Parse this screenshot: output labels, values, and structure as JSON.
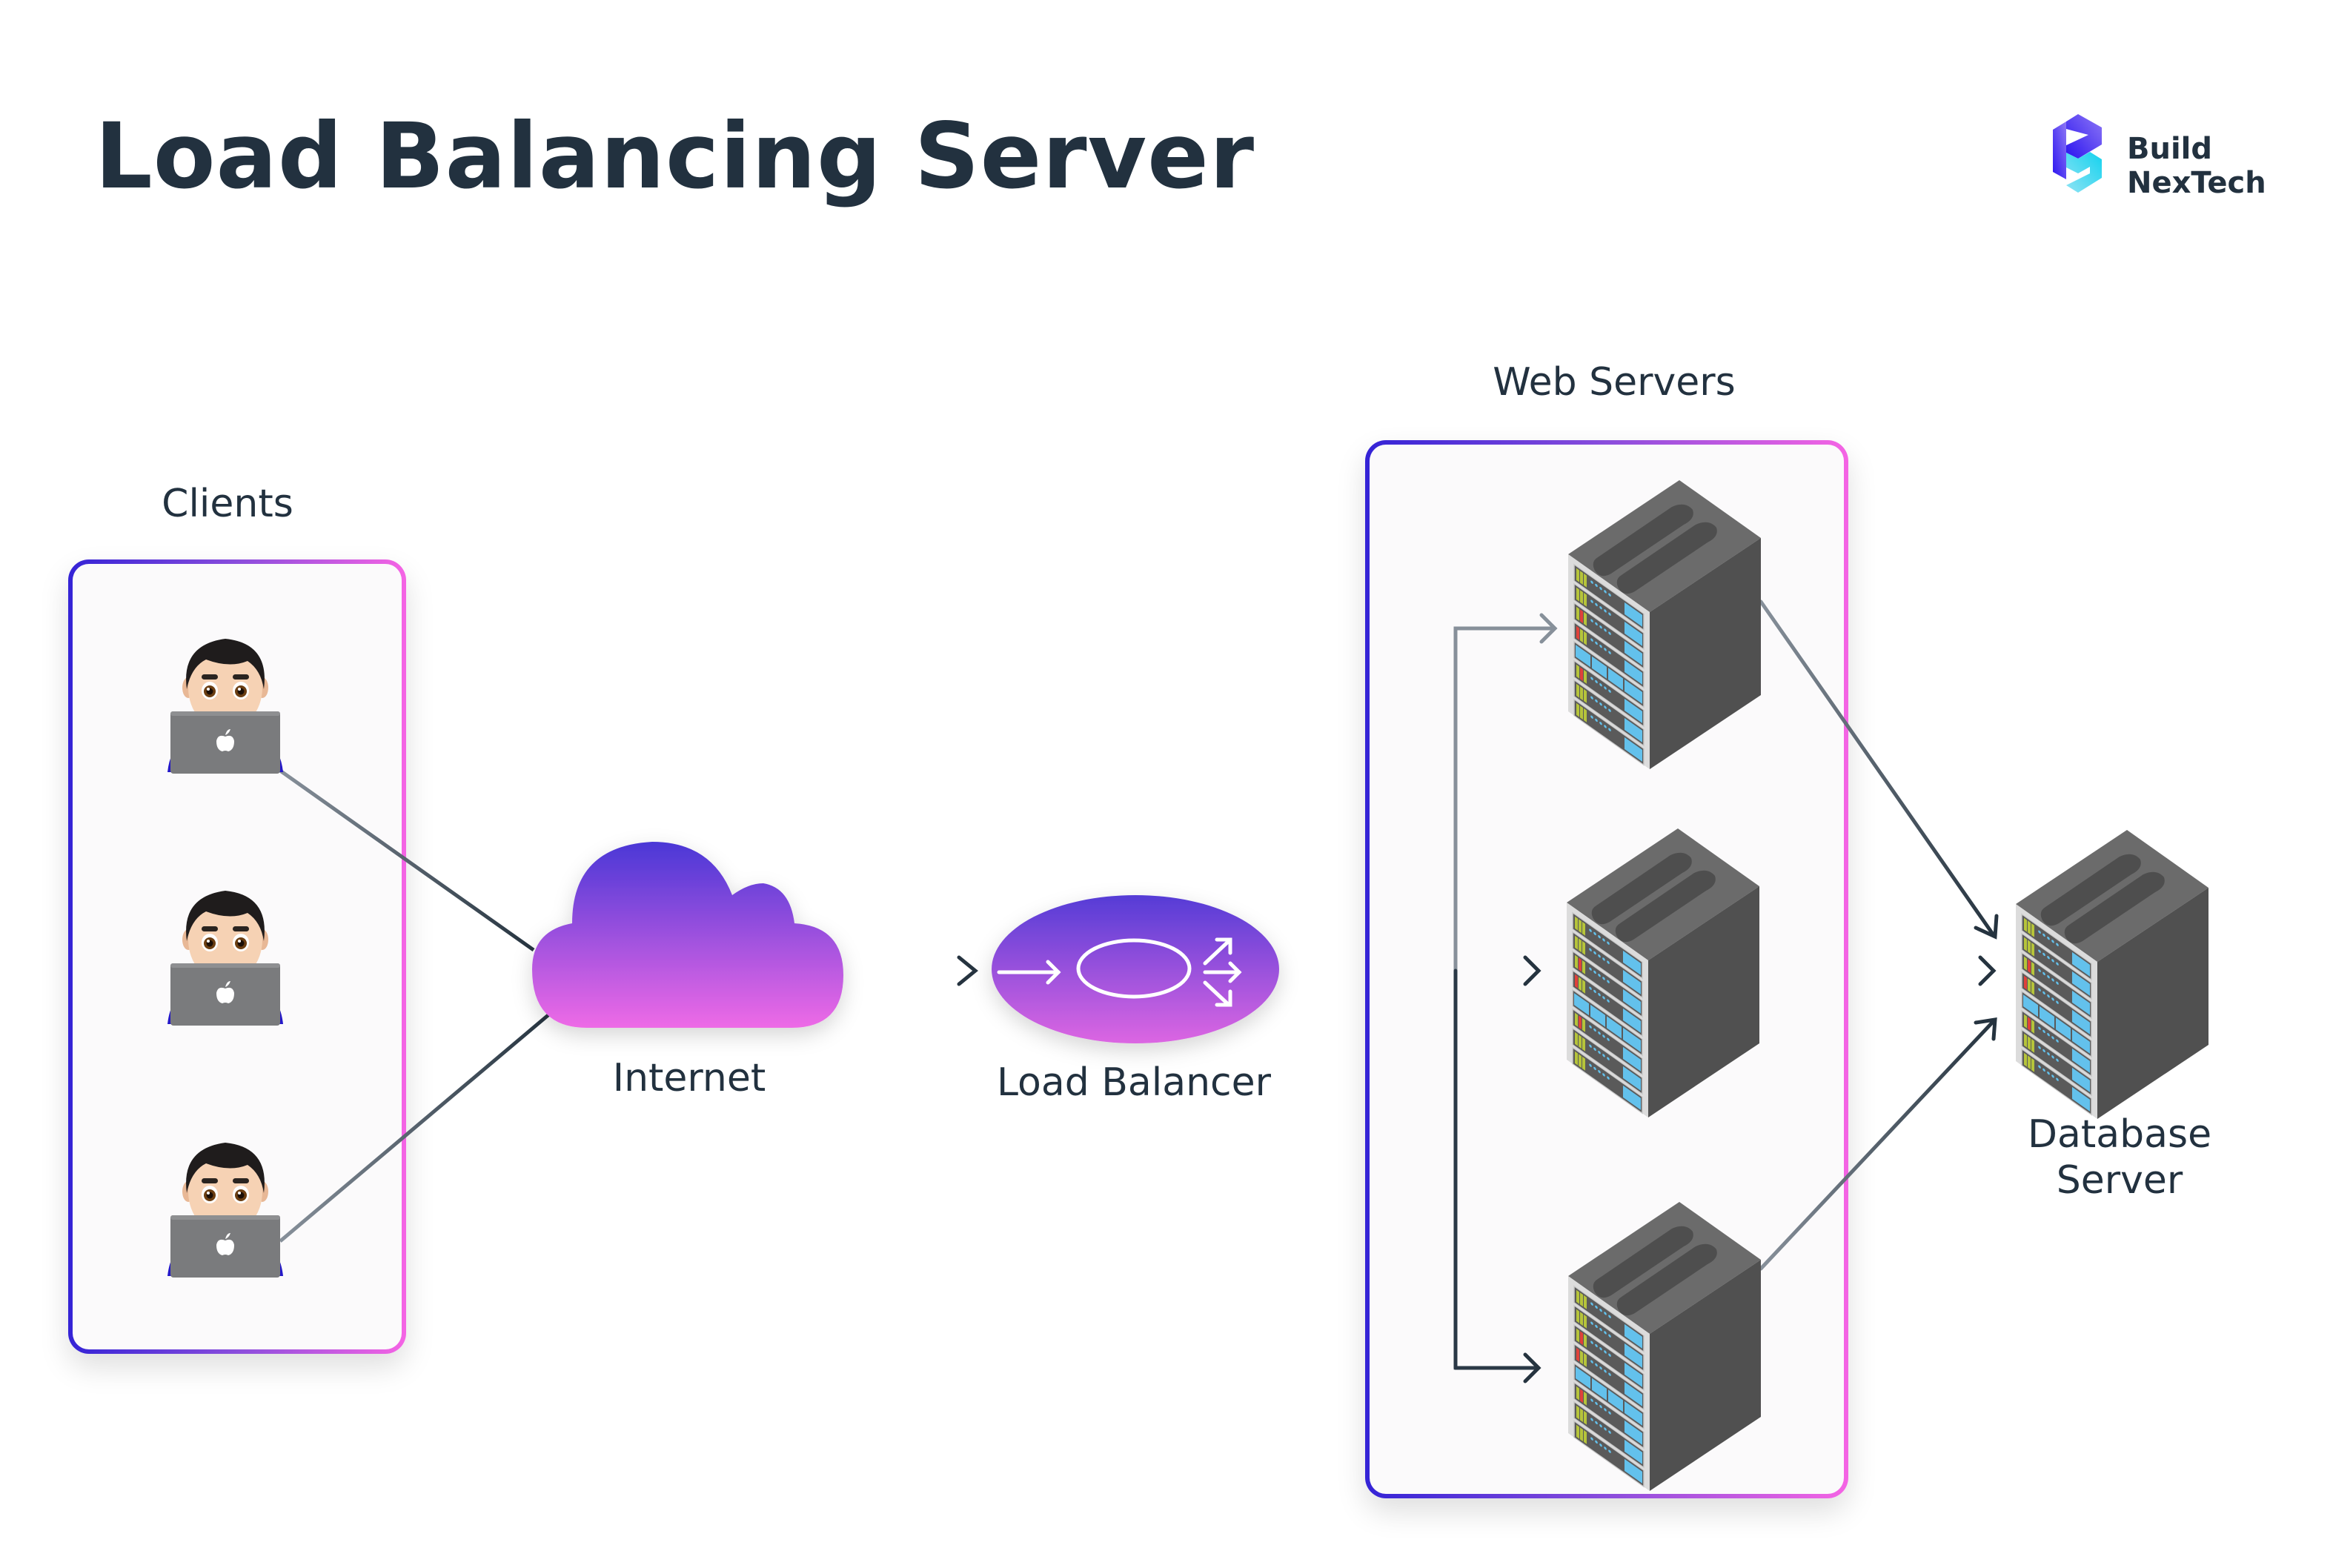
{
  "title": "Load Balancing Server",
  "logo": {
    "line1": "Build",
    "line2": "NexTech",
    "name": "Build NexTech"
  },
  "colors": {
    "text": "#22313f",
    "gradient_start": "#3423d6",
    "gradient_end": "#f564e4",
    "connector": "#2a3846",
    "connector_light": "#87909a"
  },
  "groups": {
    "clients": {
      "label": "Clients",
      "count": 3
    },
    "web_servers": {
      "label": "Web Servers",
      "count": 3
    }
  },
  "nodes": {
    "internet": {
      "label": "Internet",
      "icon": "cloud-icon"
    },
    "load_balancer": {
      "label": "Load Balancer",
      "icon": "load-balancer-icon"
    },
    "database": {
      "label_line1": "Database",
      "label_line2": "Server",
      "icon": "server-rack-icon"
    }
  },
  "edges": [
    {
      "from": "client-1",
      "to": "internet"
    },
    {
      "from": "client-2",
      "to": "internet"
    },
    {
      "from": "client-3",
      "to": "internet"
    },
    {
      "from": "internet",
      "to": "load_balancer",
      "arrow": true
    },
    {
      "from": "load_balancer",
      "to": "web-server-1",
      "arrow": true
    },
    {
      "from": "load_balancer",
      "to": "web-server-2",
      "arrow": true
    },
    {
      "from": "load_balancer",
      "to": "web-server-3",
      "arrow": true
    },
    {
      "from": "web-server-1",
      "to": "database",
      "arrow": true
    },
    {
      "from": "web-server-2",
      "to": "database",
      "arrow": true
    },
    {
      "from": "web-server-3",
      "to": "database",
      "arrow": true
    }
  ]
}
